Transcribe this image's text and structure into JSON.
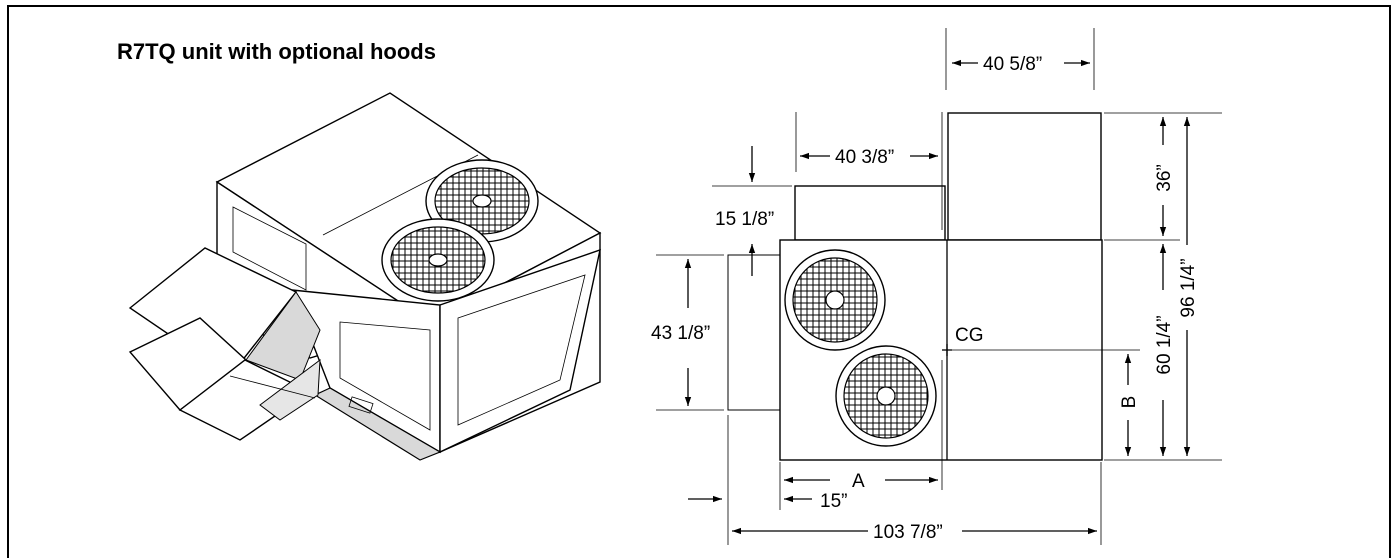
{
  "title": "R7TQ unit with optional hoods",
  "dimensions": {
    "top_hood_width": "40 5/8”",
    "side_hood_width": "40 3/8”",
    "side_hood_depth": "15 1/8”",
    "top_hood_depth": "36”",
    "overall_height": "96 1/4”",
    "unit_height": "60 1/4”",
    "side_hood_height": "43 1/8”",
    "cg_label": "CG",
    "cg_b": "B",
    "cg_a": "A",
    "offset_15": "15”",
    "overall_width": "103 7/8”"
  },
  "colors": {
    "line": "#000000",
    "panel_fill": "#ffffff",
    "shade": "#d9d9d9"
  }
}
